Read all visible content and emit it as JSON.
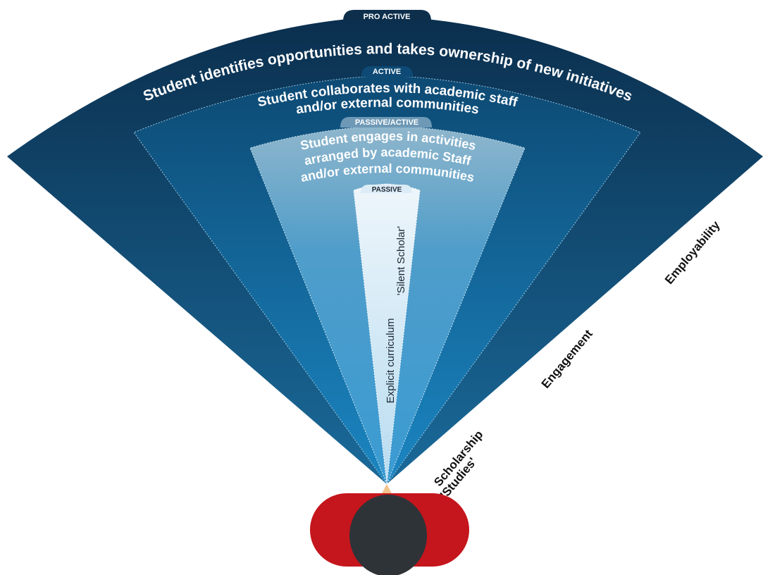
{
  "levels": {
    "pro_active": {
      "tab": "PRO ACTIVE",
      "text": "Student identifies opportunities and takes ownership of new initiatives"
    },
    "active": {
      "tab": "ACTIVE",
      "line1": "Student collaborates with academic staff",
      "line2": "and/or external communities"
    },
    "passive_active": {
      "tab": "PASSIVE/ACTIVE",
      "line1": "Student engages in activities",
      "line2": "arranged by academic Staff",
      "line3": "and/or external communities"
    },
    "passive": {
      "tab": "PASSIVE",
      "text_silent": "'Silent Scholar'",
      "text_curriculum": "Explicit curriculum"
    }
  },
  "side_labels": {
    "employability": "Employability",
    "engagement": "Engagement",
    "scholarship": "Scholarship",
    "studies": "'Studies'"
  },
  "colors": {
    "outer_band": "#0d3a5c",
    "active_band": "#0f5f8c",
    "passive_active_band": "#2c87b9",
    "passive_band": "#c8e3f3",
    "pupil_red": "#c4161c",
    "pupil_dark": "#2e3338"
  }
}
